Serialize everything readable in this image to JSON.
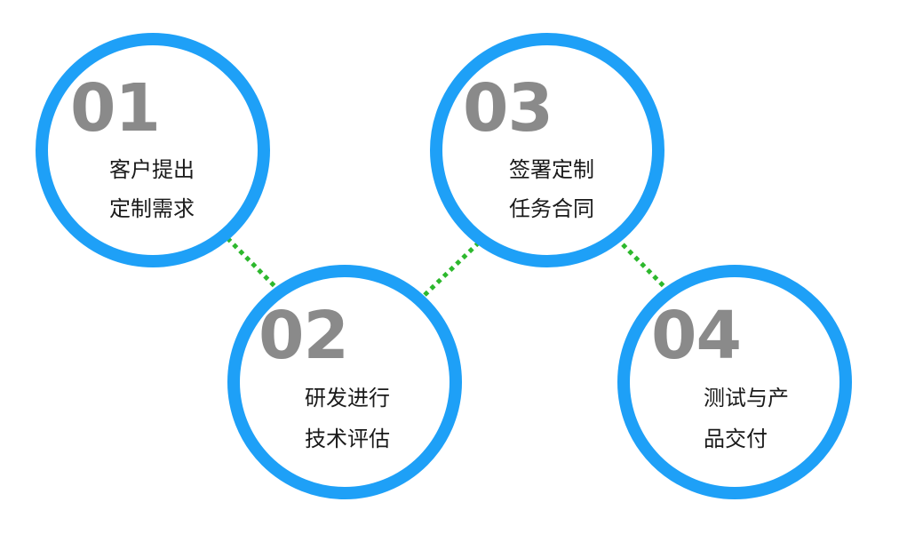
{
  "colors": {
    "ring": "#1ea0f7",
    "number": "#8a8a8a",
    "text": "#1a1a1a",
    "connector": "#2db82d"
  },
  "steps": [
    {
      "number": "01",
      "line1": "客户提出",
      "line2": "定制需求"
    },
    {
      "number": "02",
      "line1": "研发进行",
      "line2": "技术评估"
    },
    {
      "number": "03",
      "line1": "签署定制",
      "line2": "任务合同"
    },
    {
      "number": "04",
      "line1": "测试与产",
      "line2": "品交付"
    }
  ]
}
